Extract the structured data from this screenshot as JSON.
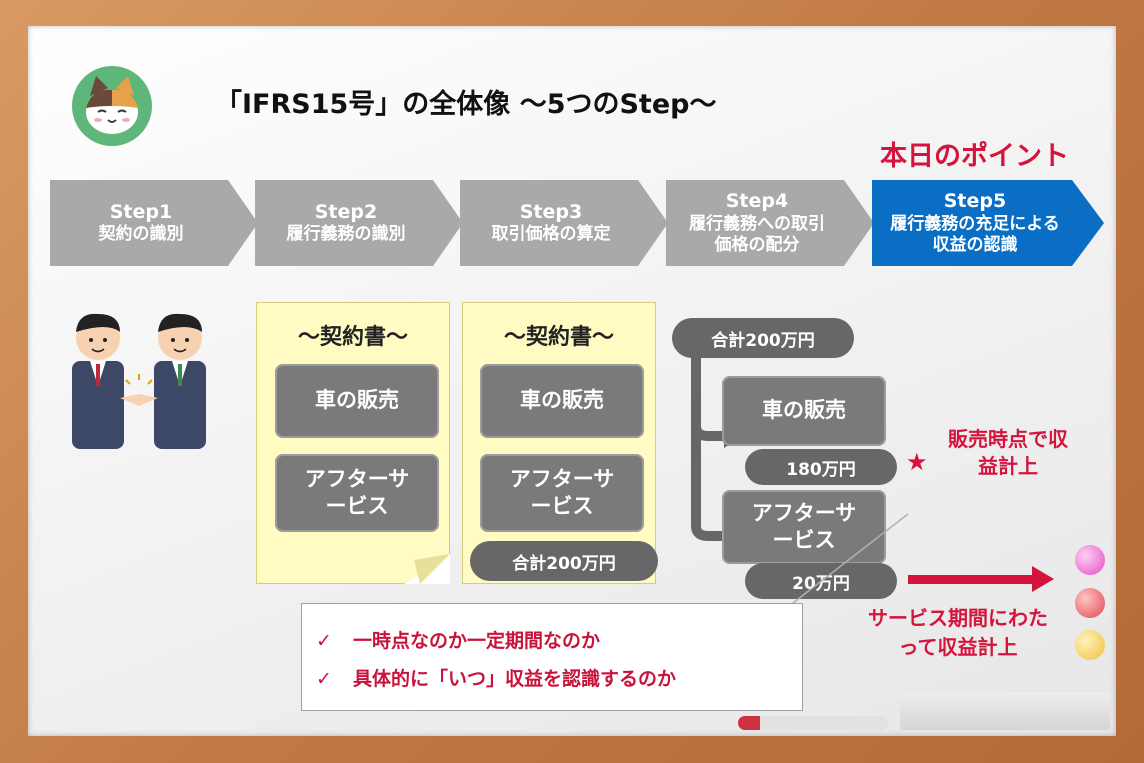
{
  "title": "「IFRS15号」の全体像 ～5つのStep～",
  "point_label": "本日のポイント",
  "steps": [
    {
      "label": "Step1",
      "text": "契約の識別"
    },
    {
      "label": "Step2",
      "text": "履行義務の識別"
    },
    {
      "label": "Step3",
      "text": "取引価格の算定"
    },
    {
      "label": "Step4",
      "text": "履行義務への取引価格の配分"
    },
    {
      "label": "Step5",
      "text": "履行義務の充足による収益の認識"
    }
  ],
  "contract1": {
    "title": "～契約書～",
    "item1": "車の販売",
    "item2": "アフターサービス"
  },
  "contract2": {
    "title": "～契約書～",
    "item1": "車の販売",
    "item2": "アフターサービス",
    "total": "合計200万円"
  },
  "allocation": {
    "total": "合計200万円",
    "car": "車の販売",
    "car_price": "180万円",
    "service": "アフターサービス",
    "service_price": "20万円"
  },
  "car_note": "販売時点で収益計上",
  "service_note": "サービス期間にわたって収益計上",
  "checks": [
    "一時点なのか一定期間なのか",
    "具体的に「いつ」収益を認識するのか"
  ],
  "colors": {
    "accent_red": "#d4143c",
    "step_gray": "#a9a9a9",
    "step_blue": "#0a6fc4",
    "box_gray": "#7a7a7a"
  }
}
